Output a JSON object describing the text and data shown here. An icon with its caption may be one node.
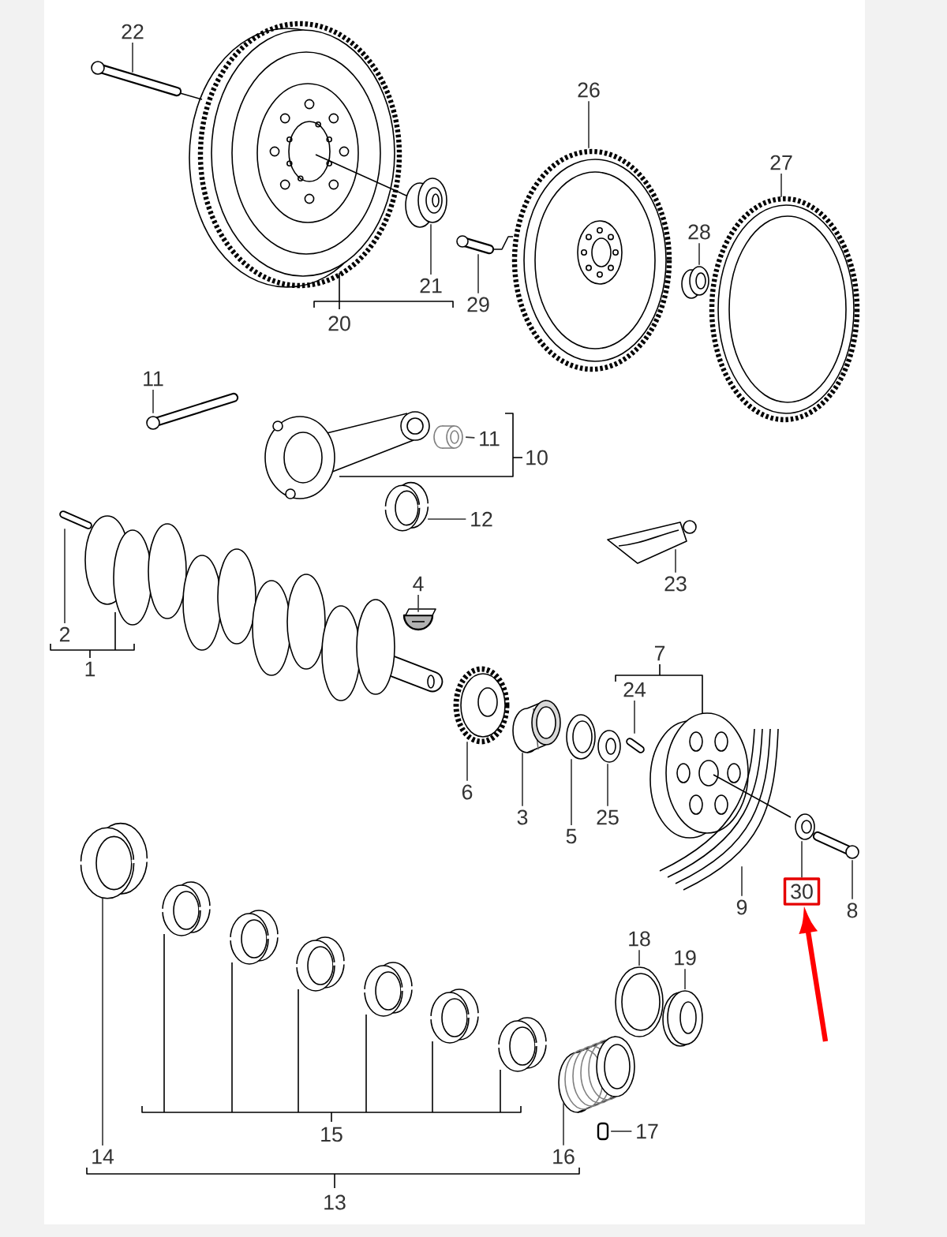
{
  "diagram": {
    "nodes": [
      {
        "text": [
          "22"
        ]
      },
      {
        "text": [],
        "shape": "picture"
      },
      {
        "text": [
          "26"
        ]
      },
      {
        "text": [],
        "shape": "picture"
      },
      {
        "text": [
          "27"
        ]
      },
      {
        "text": [],
        "shape": "picture"
      },
      {
        "text": [
          "28"
        ]
      },
      {
        "text": [],
        "shape": "picture"
      },
      {
        "text": [
          "21"
        ]
      },
      {
        "text": [],
        "shape": "picture"
      },
      {
        "text": [
          "29"
        ]
      },
      {
        "text": [],
        "shape": "picture"
      },
      {
        "text": [
          "11"
        ]
      },
      {
        "text": [],
        "shape": "picture"
      },
      {
        "text": [
          "11"
        ]
      },
      {
        "text": [],
        "shape": "picture"
      },
      {
        "text": [
          "12"
        ]
      },
      {
        "text": [],
        "shape": "picture"
      },
      {
        "text": [
          "23"
        ]
      },
      {
        "text": [],
        "shape": "picture"
      },
      {
        "text": [
          "4"
        ]
      },
      {
        "text": [],
        "shape": "picture"
      },
      {
        "text": [
          "2"
        ]
      },
      {
        "text": [],
        "shape": "picture"
      },
      {
        "text": [
          "24"
        ]
      },
      {
        "text": [],
        "shape": "picture"
      },
      {
        "text": [
          "6"
        ]
      },
      {
        "text": [],
        "shape": "picture"
      },
      {
        "text": [
          "3"
        ]
      },
      {
        "text": [],
        "shape": "picture"
      },
      {
        "text": [
          "5"
        ]
      },
      {
        "text": [],
        "shape": "picture"
      },
      {
        "text": [
          "25"
        ]
      },
      {
        "text": [],
        "shape": "picture"
      },
      {
        "text": [
          "9"
        ]
      },
      {
        "text": [],
        "shape": "picture"
      },
      {
        "text": [
          "30"
        ]
      },
      {
        "text": [],
        "shape": "picture"
      },
      {
        "text": [
          "8"
        ]
      },
      {
        "text": [],
        "shape": "picture"
      },
      {
        "text": [
          "18"
        ]
      },
      {
        "text": [],
        "shape": "picture"
      },
      {
        "text": [
          "19"
        ]
      },
      {
        "text": [],
        "shape": "picture"
      },
      {
        "text": [
          "14"
        ]
      },
      {
        "text": [],
        "shape": "picture"
      },
      {
        "text": [
          "16"
        ]
      },
      {
        "text": [],
        "shape": "picture"
      },
      {
        "text": [
          "17"
        ]
      },
      {
        "text": [],
        "shape": "box"
      }
    ],
    "edges": [
      {
        "from": 0,
        "to": 1,
        "arrow": "none"
      },
      {
        "from": 2,
        "to": 3,
        "arrow": "none"
      },
      {
        "from": 4,
        "to": 5,
        "arrow": "none"
      },
      {
        "from": 6,
        "to": 7,
        "arrow": "none"
      },
      {
        "from": 8,
        "to": 9,
        "arrow": "none"
      },
      {
        "from": 10,
        "to": 11,
        "arrow": "none"
      },
      {
        "from": 12,
        "to": 13,
        "arrow": "none"
      },
      {
        "from": 14,
        "to": 15,
        "arrow": "none"
      },
      {
        "from": 16,
        "to": 17,
        "arrow": "none"
      },
      {
        "from": 18,
        "to": 19,
        "arrow": "none"
      },
      {
        "from": 20,
        "to": 21,
        "arrow": "none"
      },
      {
        "from": 22,
        "to": 23,
        "arrow": "none"
      },
      {
        "from": 24,
        "to": 25,
        "arrow": "none"
      },
      {
        "from": 26,
        "to": 27,
        "arrow": "none"
      },
      {
        "from": 28,
        "to": 29,
        "arrow": "none"
      },
      {
        "from": 30,
        "to": 31,
        "arrow": "none"
      },
      {
        "from": 32,
        "to": 33,
        "arrow": "none"
      },
      {
        "from": 34,
        "to": 35,
        "arrow": "none"
      },
      {
        "from": 36,
        "to": 37,
        "arrow": "none"
      },
      {
        "from": 38,
        "to": 39,
        "arrow": "none"
      },
      {
        "from": 40,
        "to": 41,
        "arrow": "none"
      },
      {
        "from": 42,
        "to": 43,
        "arrow": "none"
      },
      {
        "from": 44,
        "to": 45,
        "arrow": "none"
      },
      {
        "from": 46,
        "to": 47,
        "arrow": "none"
      },
      {
        "from": 48,
        "to": 49,
        "arrow": "none"
      },
      {
        "from": null,
        "to": 36,
        "arrow": "to",
        "style": "thick",
        "color": "#ff0000"
      }
    ],
    "labels": [
      "20",
      "10",
      "1",
      "7",
      "15",
      "13"
    ]
  }
}
